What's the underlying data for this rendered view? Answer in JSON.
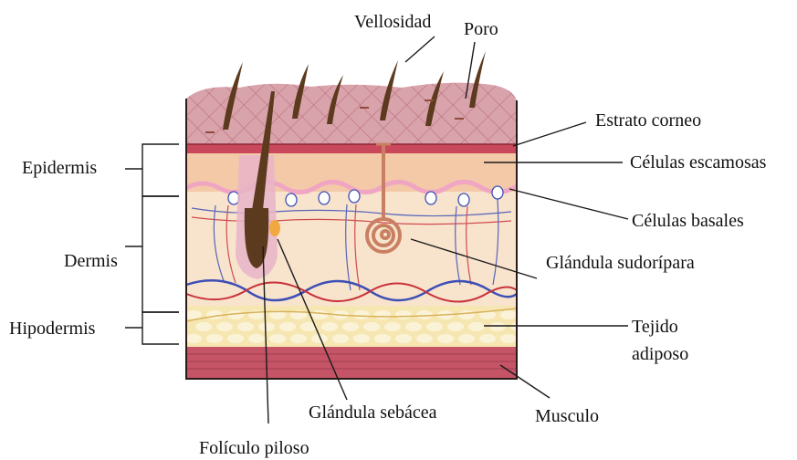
{
  "labels": {
    "vellosidad": "Vellosidad",
    "poro": "Poro",
    "estrato_corneo": "Estrato corneo",
    "celulas_escamosas": "Células escamosas",
    "celulas_basales": "Células basales",
    "glandula_sudoripara": "Glándula sudorípara",
    "tejido": "Tejido",
    "adiposo": "adiposo",
    "musculo": "Musculo",
    "glandula_sebacea": "Glándula sebácea",
    "foliculo_piloso": "Folículo piloso",
    "epidermis": "Epidermis",
    "dermis": "Dermis",
    "hipodermis": "Hipodermis"
  },
  "colors": {
    "surface": "#d9a3ab",
    "stratum": "#c9485b",
    "squamous": "#f4c9a8",
    "basal_wave": "#f0a6c2",
    "dermis": "#f8e3cd",
    "hypodermis": "#f6e7b2",
    "fat": "#fbf3d8",
    "muscle": "#c45466",
    "hair": "#5c3a1e",
    "sweat_gland": "#c98062",
    "sebaceous": "#f2a840",
    "vein": "#3d4fb5",
    "artery": "#c8323a"
  }
}
